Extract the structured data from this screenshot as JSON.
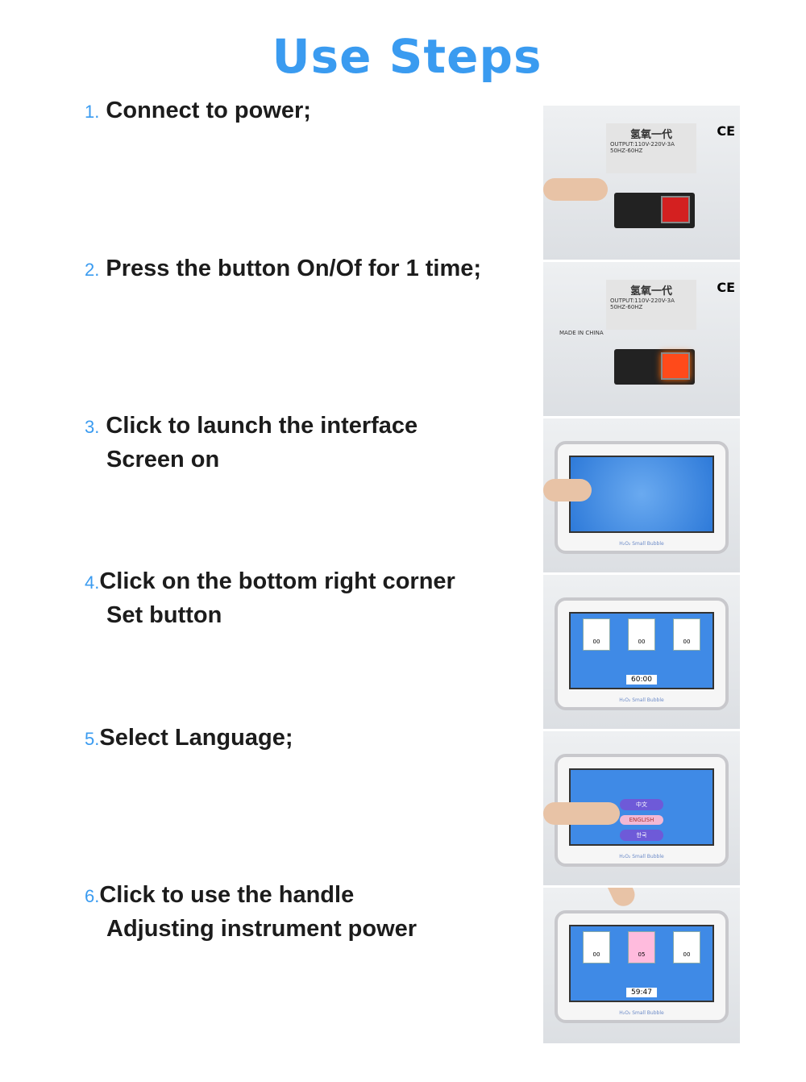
{
  "title": "Use Steps",
  "steps": [
    {
      "num": "1.",
      "line1": "Connect to power;",
      "line2": ""
    },
    {
      "num": "2.",
      "line1": "Press the button On/Of for 1 time;",
      "line2": ""
    },
    {
      "num": "3.",
      "line1": "Click to launch the interface",
      "line2": "Screen on"
    },
    {
      "num": "4.",
      "line1": "Click on the bottom right corner",
      "line2": "Set button"
    },
    {
      "num": "5.",
      "line1": "Select Language;",
      "line2": ""
    },
    {
      "num": "6.",
      "line1": "Click to use the handle",
      "line2": "Adjusting instrument power"
    }
  ],
  "photos": {
    "label_cn": "氢氧一代",
    "label_output": "OUTPUT:110V-220V-3A",
    "label_freq": "50HZ-60HZ",
    "ce_mark": "CE",
    "made_in": "MADE IN CHINA",
    "brand": "H₂O₂ Small Bubble",
    "timer_set": "60:00",
    "timer_running": "59:47",
    "counter": "00",
    "lang_options": [
      "中文",
      "ENGLISH",
      "한국"
    ]
  }
}
